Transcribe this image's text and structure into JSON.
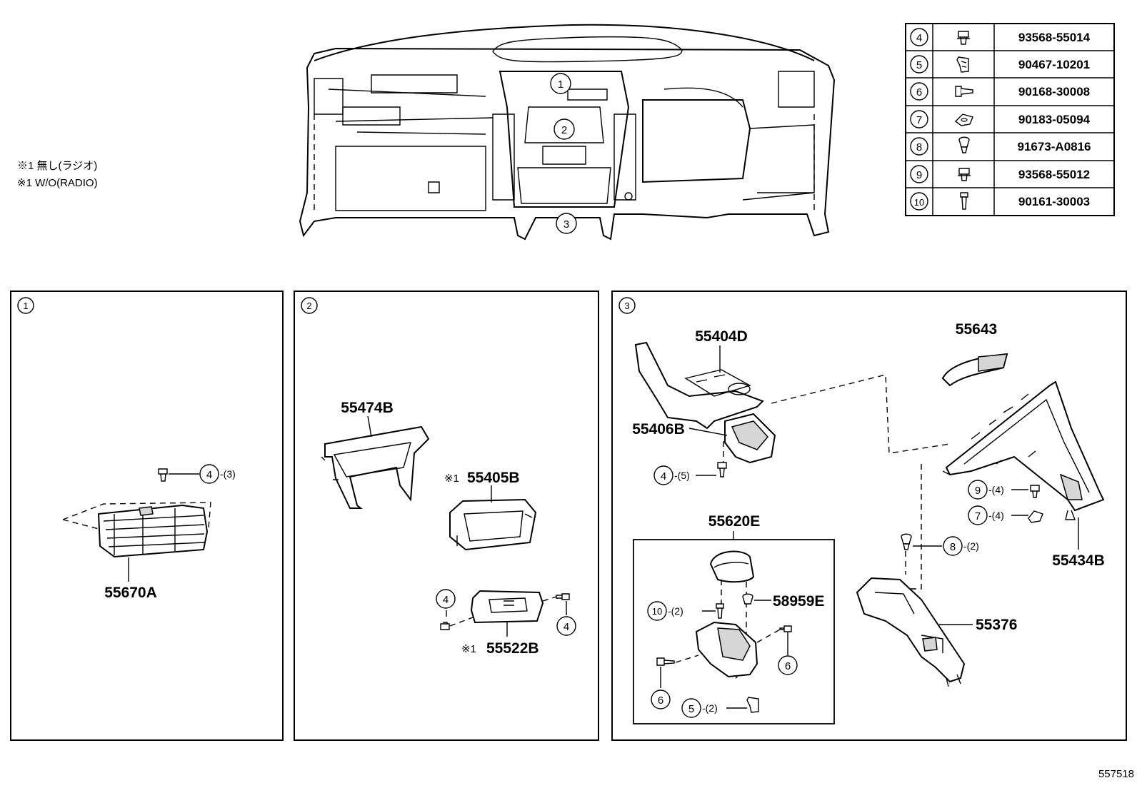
{
  "notes": [
    "※1 無し(ラジオ)",
    "※1 W/O(RADIO)"
  ],
  "overview_callouts": [
    "1",
    "2",
    "3"
  ],
  "fastener_table": [
    {
      "num": "4",
      "code": "93568-55014",
      "icon": "bolt-icon"
    },
    {
      "num": "5",
      "code": "90467-10201",
      "icon": "clip-icon"
    },
    {
      "num": "6",
      "code": "90168-30008",
      "icon": "screw-icon"
    },
    {
      "num": "7",
      "code": "90183-05094",
      "icon": "nut-icon"
    },
    {
      "num": "8",
      "code": "91673-A0816",
      "icon": "grommet-icon"
    },
    {
      "num": "9",
      "code": "93568-55012",
      "icon": "bolt-icon"
    },
    {
      "num": "10",
      "code": "90161-30003",
      "icon": "screw-icon"
    }
  ],
  "panel1": {
    "num": "1",
    "parts": {
      "p55670A": "55670A"
    },
    "callouts": {
      "c4": "4",
      "q3": "-(3)"
    }
  },
  "panel2": {
    "num": "2",
    "parts": {
      "p55474B": "55474B",
      "p55405B": "55405B",
      "p55522B": "55522B"
    },
    "marks": {
      "m1": "※1",
      "m2": "※1"
    },
    "callouts": {
      "c4a": "4",
      "c4b": "4"
    }
  },
  "panel3": {
    "num": "3",
    "parts": {
      "p55404D": "55404D",
      "p55643": "55643",
      "p55406B": "55406B",
      "p55620E": "55620E",
      "p58959E": "58959E",
      "p55434B": "55434B",
      "p55376": "55376"
    },
    "callouts": {
      "c4": "4",
      "q5": "-(5)",
      "c9": "9",
      "q4a": "-(4)",
      "c7": "7",
      "q4b": "-(4)",
      "c8": "8",
      "q2a": "-(2)",
      "c10": "10",
      "q2b": "-(2)",
      "c6a": "6",
      "c6b": "6",
      "c5": "5",
      "q2c": "-(2)"
    }
  },
  "illustration_id": "557518"
}
